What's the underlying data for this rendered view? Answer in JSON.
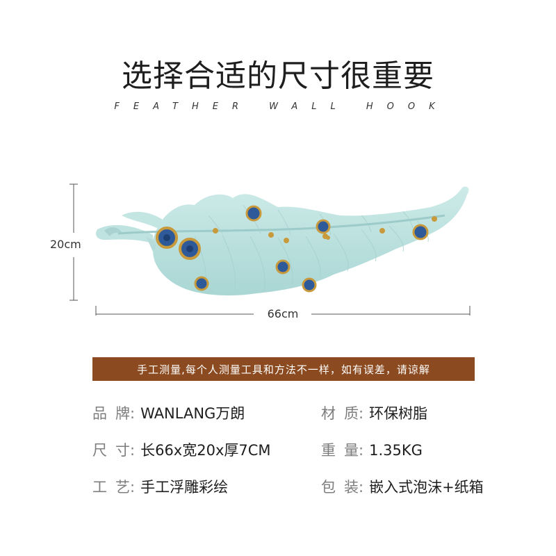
{
  "header": {
    "title": "选择合适的尺寸很重要",
    "subtitle": "FEATHER WALL HOOK"
  },
  "dimensions": {
    "height": "20cm",
    "width": "66cm"
  },
  "notice": "手工测量,每个人测量工具和方法不一样，如有误差，请谅解",
  "specs": [
    {
      "label": "品牌",
      "value": "WANLANG万朗"
    },
    {
      "label": "材质",
      "value": "环保树脂"
    },
    {
      "label": "尺寸",
      "value": "长66x宽20x厚7CM"
    },
    {
      "label": "重量",
      "value": "1.35KG"
    },
    {
      "label": "工艺",
      "value": "手工浮雕彩绘"
    },
    {
      "label": "包装",
      "value": "嵌入式泡沫+纸箱"
    }
  ],
  "colors": {
    "feather": "#bfe3e0",
    "banner": "#8b4a1f",
    "rose": "#2f5a9a",
    "gold": "#c89a3c"
  }
}
